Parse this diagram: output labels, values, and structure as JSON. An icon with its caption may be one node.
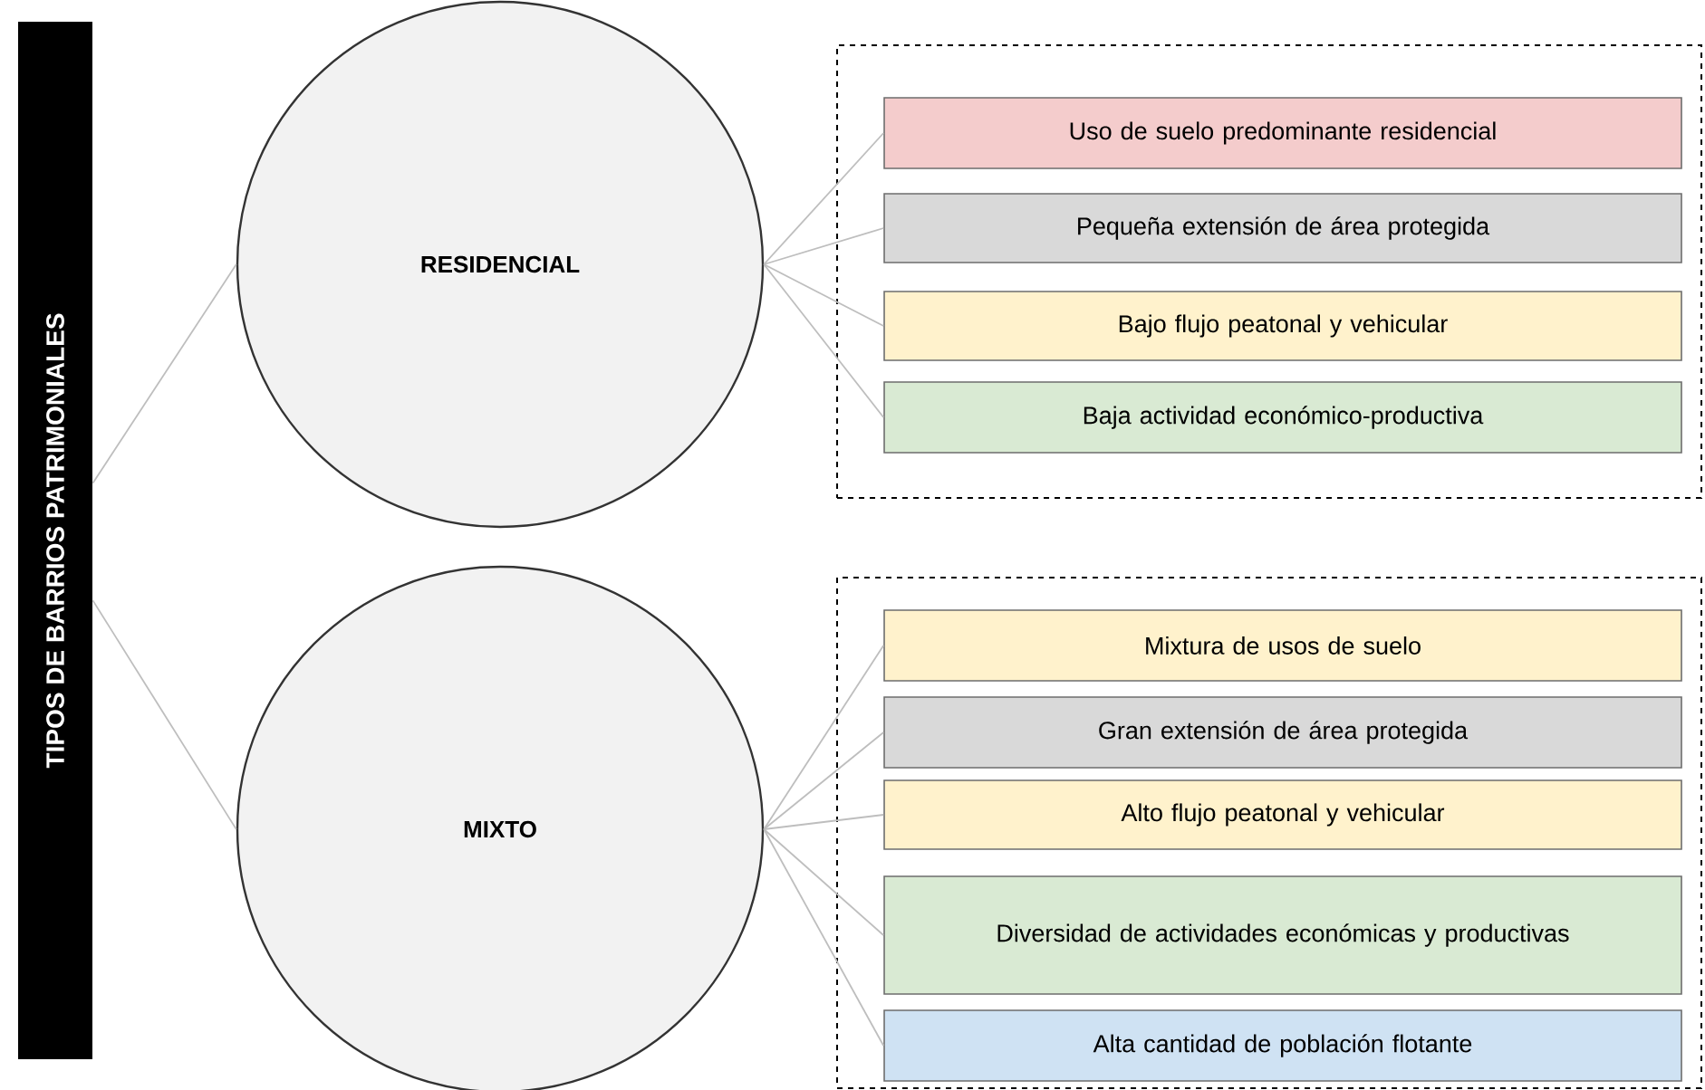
{
  "diagram": {
    "nodes": [
      {
        "text": [
          "TIPOS DE BARRIOS PATRIMONIALES"
        ]
      },
      {
        "text": [
          "RESIDENCIAL"
        ]
      },
      {
        "text": [],
        "shape": "box"
      },
      {
        "text": [
          "Uso de suelo predominante residencial"
        ],
        "in": 2
      },
      {
        "text": [
          "Pequeña extensión de área protegida"
        ],
        "in": 2
      },
      {
        "text": [
          "Bajo flujo peatonal y vehicular"
        ],
        "in": 2
      },
      {
        "text": [
          "Baja actividad económico-productiva"
        ],
        "in": 2
      },
      {
        "text": [
          "MIXTO"
        ]
      },
      {
        "text": [],
        "shape": "box"
      },
      {
        "text": [
          "Mixtura de usos de suelo"
        ],
        "in": 8
      },
      {
        "text": [
          "Gran extensión de área protegida"
        ],
        "in": 8
      },
      {
        "text": [
          "Alto flujo peatonal y vehicular"
        ],
        "in": 8
      },
      {
        "text": [
          "Diversidad de actividades económicas y productivas"
        ],
        "in": 8
      },
      {
        "text": [
          "Alta cantidad de población flotante"
        ],
        "in": 8
      }
    ],
    "edges": [
      {
        "from": 0,
        "to": 1,
        "arrow": "none"
      },
      {
        "from": 0,
        "to": 7,
        "arrow": "none"
      },
      {
        "from": 1,
        "to": 3,
        "arrow": "none"
      },
      {
        "from": 1,
        "to": 4,
        "arrow": "none"
      },
      {
        "from": 1,
        "to": 5,
        "arrow": "none"
      },
      {
        "from": 1,
        "to": 6,
        "arrow": "none"
      },
      {
        "from": 7,
        "to": 9,
        "arrow": "none"
      },
      {
        "from": 7,
        "to": 10,
        "arrow": "none"
      },
      {
        "from": 7,
        "to": 11,
        "arrow": "none"
      },
      {
        "from": 7,
        "to": 12,
        "arrow": "none"
      },
      {
        "from": 7,
        "to": 13,
        "arrow": "none"
      }
    ]
  }
}
